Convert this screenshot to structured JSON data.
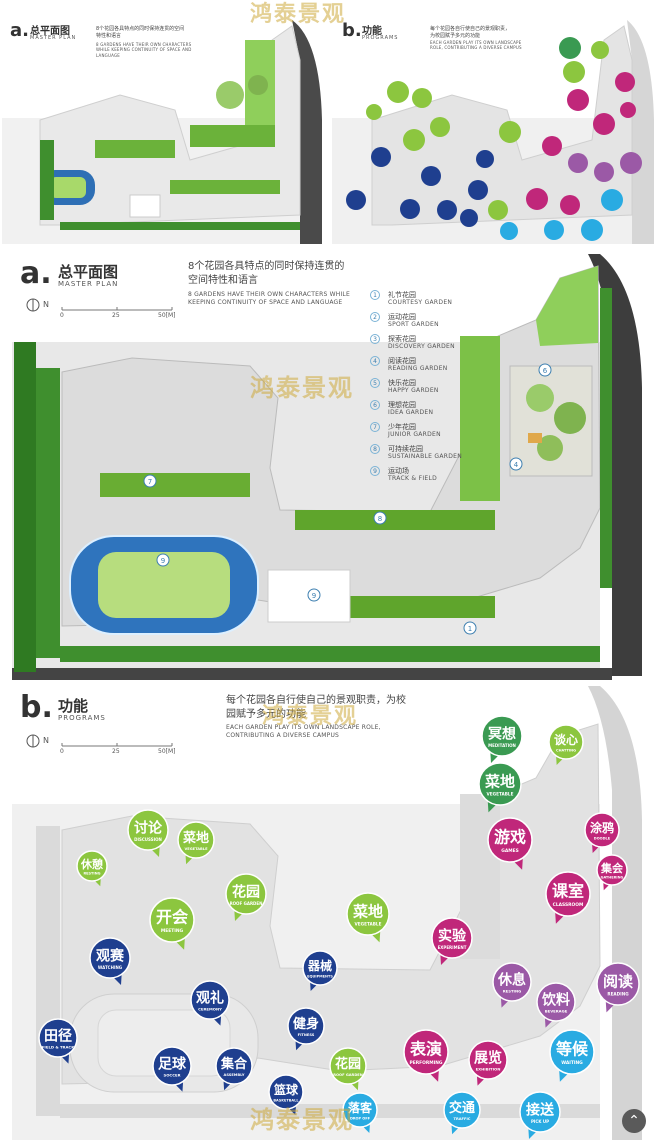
{
  "watermark": "鸿泰景观",
  "plan": {
    "letter": "a.",
    "title_cn": "总平面图",
    "title_en": "MASTER PLAN",
    "caption_cn": "8个花园各具特点的同时保持连贯的空间特性和语言",
    "caption_en": "8 GARDENS HAVE THEIR OWN CHARACTERS WHILE KEEPING CONTINUITY OF SPACE AND LANGUAGE",
    "north": "N",
    "scale": [
      "0",
      "25",
      "50[M]"
    ],
    "legend": [
      {
        "num": "1",
        "cn": "礼节花园",
        "en": "COURTESY GARDEN"
      },
      {
        "num": "2",
        "cn": "运动花园",
        "en": "SPORT GARDEN"
      },
      {
        "num": "3",
        "cn": "探索花园",
        "en": "DISCOVERY GARDEN"
      },
      {
        "num": "4",
        "cn": "阅读花园",
        "en": "READING GARDEN"
      },
      {
        "num": "5",
        "cn": "快乐花园",
        "en": "HAPPY GARDEN"
      },
      {
        "num": "6",
        "cn": "理想花园",
        "en": "IDEA GARDEN"
      },
      {
        "num": "7",
        "cn": "少年花园",
        "en": "JUNIOR GARDEN"
      },
      {
        "num": "8",
        "cn": "可持续花园",
        "en": "SUSTAINABLE GARDEN"
      },
      {
        "num": "9",
        "cn": "运动场",
        "en": "TRACK & FIELD"
      }
    ]
  },
  "programs": {
    "letter": "b.",
    "title_cn": "功能",
    "title_en": "PROGRAMS",
    "caption_cn": "每个花园各自行使自己的景观职责，为校园赋予多元的功能",
    "caption_en": "EACH GARDEN PLAY ITS OWN LANDSCAPE ROLE, CONTRIBUTING A DIVERSE CAMPUS",
    "north": "N",
    "scale": [
      "0",
      "25",
      "50[M]"
    ],
    "colors": {
      "green": "#8cc63f",
      "navy": "#1f3f8f",
      "magenta": "#c0277a",
      "purple": "#9b59a6",
      "cyan": "#29abe2",
      "teal": "#3a9a52"
    },
    "bubbles": [
      {
        "cn": "冥想",
        "en": "MEDITATION",
        "color": "teal"
      },
      {
        "cn": "谈心",
        "en": "CHATTING",
        "color": "green"
      },
      {
        "cn": "菜地",
        "en": "VEGETABLE",
        "color": "teal"
      },
      {
        "cn": "涂鸦",
        "en": "DOODLE",
        "color": "magenta"
      },
      {
        "cn": "游戏",
        "en": "GAMES",
        "color": "magenta"
      },
      {
        "cn": "集会",
        "en": "GATHERING",
        "color": "magenta"
      },
      {
        "cn": "课室",
        "en": "CLASSROOM",
        "color": "magenta"
      },
      {
        "cn": "讨论",
        "en": "DISCUSSION",
        "color": "green"
      },
      {
        "cn": "菜地",
        "en": "VEGETABLE",
        "color": "green"
      },
      {
        "cn": "休憩",
        "en": "RESTING",
        "color": "green"
      },
      {
        "cn": "花园",
        "en": "ROOF GARDEN",
        "color": "green"
      },
      {
        "cn": "开会",
        "en": "MEETING",
        "color": "green"
      },
      {
        "cn": "菜地",
        "en": "VEGETABLE",
        "color": "green"
      },
      {
        "cn": "实验",
        "en": "EXPERIMENT",
        "color": "magenta"
      },
      {
        "cn": "观赛",
        "en": "WATCHING",
        "color": "navy"
      },
      {
        "cn": "器械",
        "en": "EQUIPMENTS",
        "color": "navy"
      },
      {
        "cn": "休息",
        "en": "RESTING",
        "color": "purple"
      },
      {
        "cn": "阅读",
        "en": "READING",
        "color": "purple"
      },
      {
        "cn": "观礼",
        "en": "CEREMONY",
        "color": "navy"
      },
      {
        "cn": "饮料",
        "en": "BEVERAGE",
        "color": "purple"
      },
      {
        "cn": "健身",
        "en": "FITNESS",
        "color": "navy"
      },
      {
        "cn": "田径",
        "en": "FIELD & TRACK",
        "color": "navy"
      },
      {
        "cn": "表演",
        "en": "PERFORMING",
        "color": "magenta"
      },
      {
        "cn": "展览",
        "en": "EXHIBITION",
        "color": "magenta"
      },
      {
        "cn": "等候",
        "en": "WAITING",
        "color": "cyan"
      },
      {
        "cn": "足球",
        "en": "SOCCER",
        "color": "navy"
      },
      {
        "cn": "集合",
        "en": "ASSEMBLY",
        "color": "navy"
      },
      {
        "cn": "花园",
        "en": "ROOF GARDEN",
        "color": "green"
      },
      {
        "cn": "篮球",
        "en": "BASKETBALL",
        "color": "navy"
      },
      {
        "cn": "落客",
        "en": "DROP OFF",
        "color": "cyan"
      },
      {
        "cn": "交通",
        "en": "TRAFFIC",
        "color": "cyan"
      },
      {
        "cn": "接送",
        "en": "PICK UP",
        "color": "cyan"
      }
    ]
  },
  "thumbs": {
    "a_letter": "a.",
    "a_title_cn": "总平面图",
    "a_title_en": "MASTER PLAN",
    "a_caption_cn": "8个花园各具特点的同时保持连贯的空间特性和语言",
    "a_caption_en": "8 GARDENS HAVE THEIR OWN CHARACTERS WHILE KEEPING CONTINUITY OF SPACE AND LANGUAGE",
    "b_letter": "b.",
    "b_title_cn": "功能",
    "b_title_en": "PROGRAMS",
    "b_caption_cn": "每个花园各自行使自己的景观职责，为校园赋予多元的功能",
    "b_caption_en": "EACH GARDEN PLAY ITS OWN LANDSCAPE ROLE, CONTRIBUTING A DIVERSE CAMPUS"
  },
  "scroll_top_icon": "chevron-up-icon"
}
